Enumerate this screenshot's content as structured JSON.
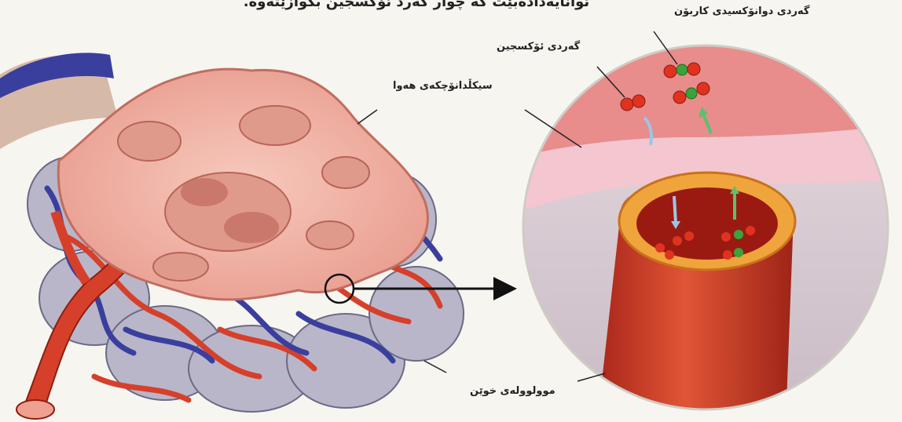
{
  "caption": "ئوانایەدادەبێت کە چوار کەرد ئۆکسجین بگوازێتەوە.",
  "labels": {
    "carbon_dioxide": "گەردی دوانۆکسیدی کاربۆن",
    "oxygen": "گەردی ئۆکسجین",
    "alveolus": "سیکڵدانۆچکەی هەوا",
    "capillary": "موولوولەی خوێن"
  },
  "colors": {
    "background": "#f6f5f0",
    "alveolus_tissue": "#f2b5a8",
    "alveolus_wall": "#d98c80",
    "artery_red": "#d6402a",
    "vein_blue": "#3a3f9e",
    "oxygen_molecule": "#e0331f",
    "carbon_molecule": "#3aa33a",
    "arrow_blue": "#9cc6e6",
    "arrow_green": "#5fbf6f"
  }
}
